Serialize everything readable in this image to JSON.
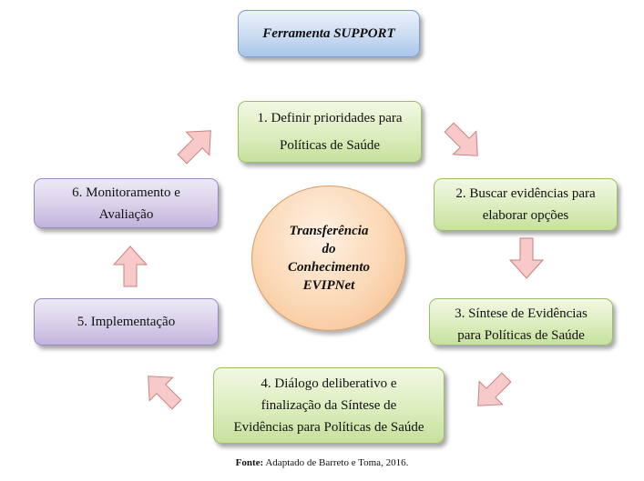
{
  "title": "Ferramenta SUPPORT",
  "center": {
    "lines": [
      "Transferência",
      "do",
      "Conhecimento",
      "EVIPNet"
    ]
  },
  "steps": [
    {
      "id": "step-1",
      "lines": [
        "1. Definir prioridades para",
        "Políticas de Saúde"
      ],
      "color": "green"
    },
    {
      "id": "step-2",
      "lines": [
        "2. Buscar evidências para",
        "elaborar opções"
      ],
      "color": "green"
    },
    {
      "id": "step-3",
      "lines": [
        "3. Síntese de Evidências",
        "para Políticas de Saúde"
      ],
      "color": "green"
    },
    {
      "id": "step-4",
      "lines": [
        "4. Diálogo deliberativo e",
        "finalização da Síntese de",
        "Evidências para Políticas de Saúde"
      ],
      "color": "green"
    },
    {
      "id": "step-5",
      "lines": [
        "5. Implementação"
      ],
      "color": "purple"
    },
    {
      "id": "step-6",
      "lines": [
        "6. Monitoramento e",
        "Avaliação"
      ],
      "color": "purple"
    }
  ],
  "caption": {
    "label": "Fonte:",
    "text": " Adaptado de Barreto e Toma, 2016."
  },
  "colors": {
    "arrow_fill": "#f7c9c9",
    "arrow_stroke": "#c98080"
  }
}
